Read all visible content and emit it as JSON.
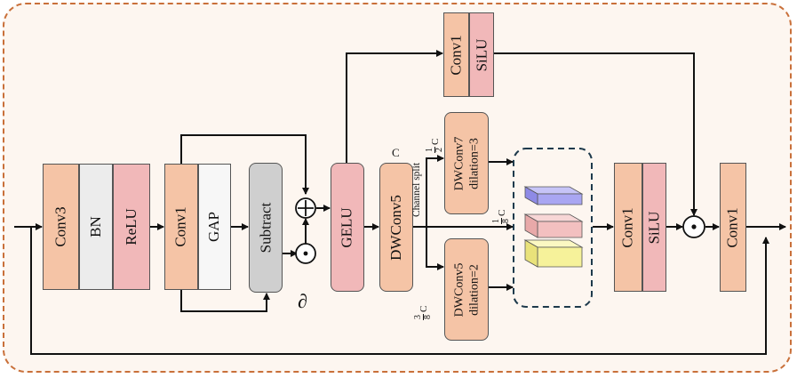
{
  "blocks": {
    "conv3": "Conv3",
    "bn": "BN",
    "relu": "ReLU",
    "conv1_a": "Conv1",
    "gap": "GAP",
    "subtract": "Subtract",
    "gelu": "GELU",
    "dwconv5": "DWConv5",
    "dwconv7_l1": "DWConv7",
    "dwconv7_l2": "dilation=3",
    "dwconv5b_l1": "DWConv5",
    "dwconv5b_l2": "dilation=2",
    "conv1_top": "Conv1",
    "silu_top": "SiLU",
    "conv1_b": "Conv1",
    "silu_b": "SiLU",
    "conv1_out": "Conv1"
  },
  "labels": {
    "c": "C",
    "channel_split": "Channel split",
    "half_num": "1",
    "half_den": "2",
    "half_c": "C",
    "eighth_num": "1",
    "eighth_den": "8",
    "eighth_c": "C",
    "threeeighth_num": "3",
    "threeeighth_den": "8",
    "threeeighth_c": "C",
    "partial": "∂",
    "plus": "+",
    "dot": "⊙"
  },
  "colors": {
    "frame_border": "#c9703a",
    "peach": "#f5c4a6",
    "pink": "#f1b8b9",
    "stack_purple": "#a9a6f2",
    "stack_pink": "#f3c0c0",
    "stack_yellow": "#f6f29a"
  }
}
